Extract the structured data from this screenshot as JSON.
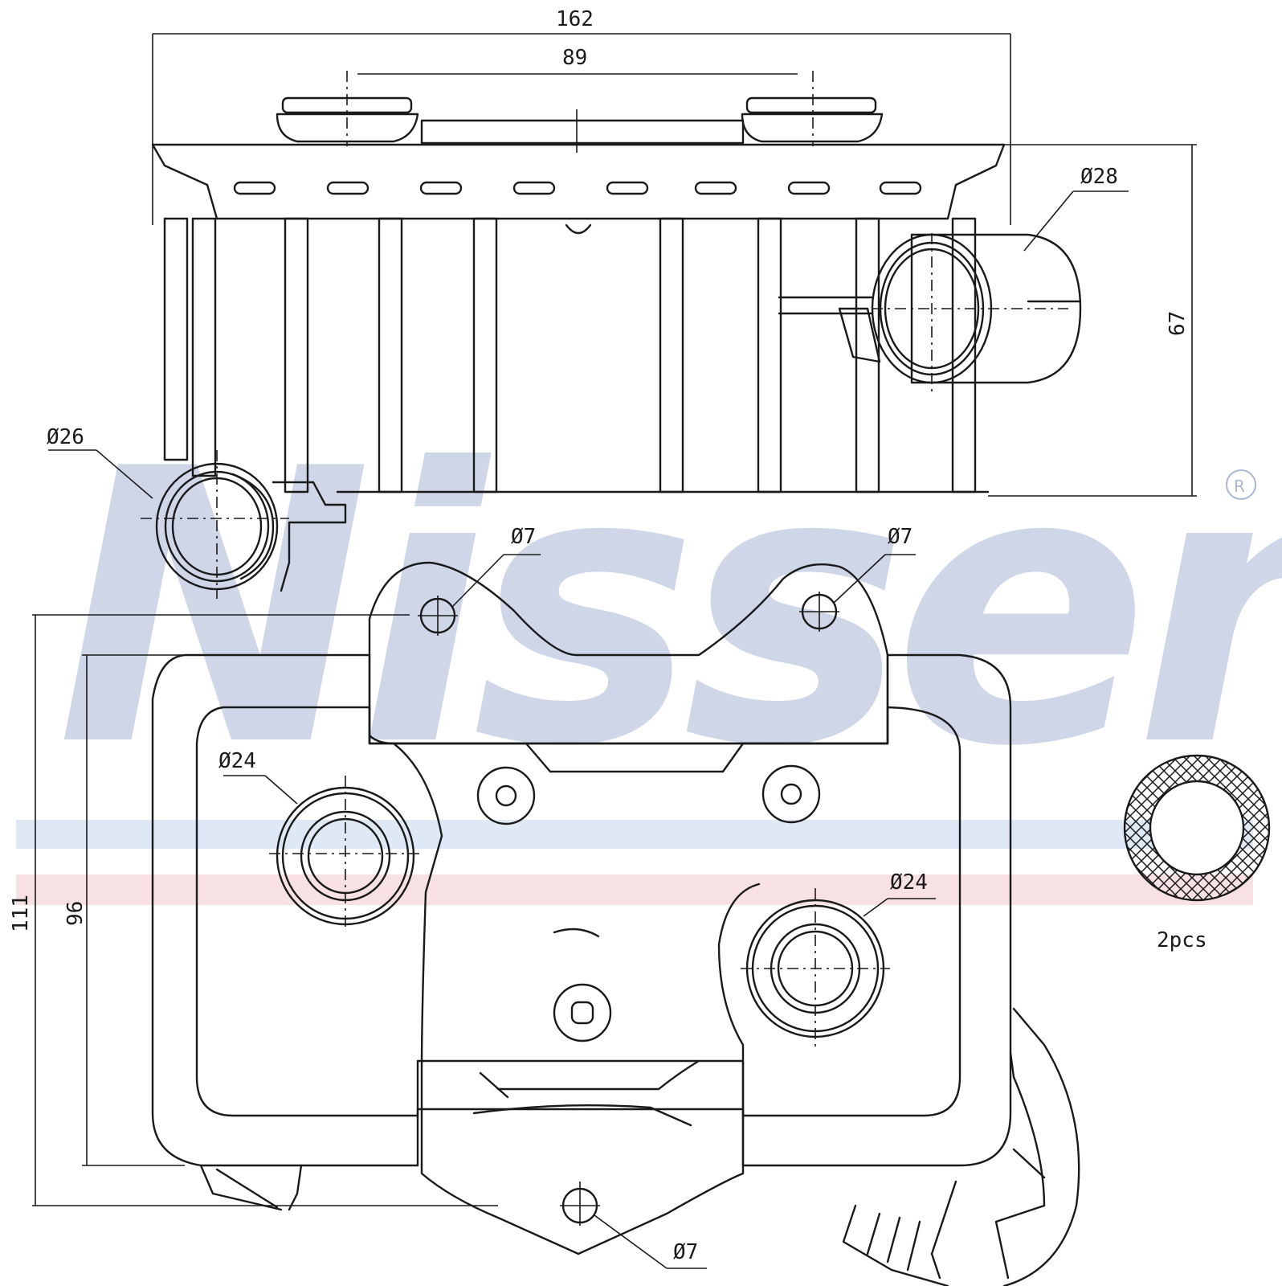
{
  "watermark": {
    "text": "Nissens",
    "registered_mark": "R",
    "color": "#a9b6d6",
    "band_blue": "#c9d8ef",
    "band_red": "#f1c9cc"
  },
  "dimensions": {
    "width_total": "162",
    "pipe_spacing": "89",
    "height_side": "67",
    "height_total": "111",
    "height_inner": "96",
    "dia_outlet_right": "Ø28",
    "dia_outlet_left": "Ø26",
    "dia_hole_left": "Ø7",
    "dia_hole_right": "Ø7",
    "dia_port_left": "Ø24",
    "dia_port_right": "Ø24",
    "dia_hole_bottom": "Ø7"
  },
  "seal": {
    "quantity_label": "2pcs"
  }
}
